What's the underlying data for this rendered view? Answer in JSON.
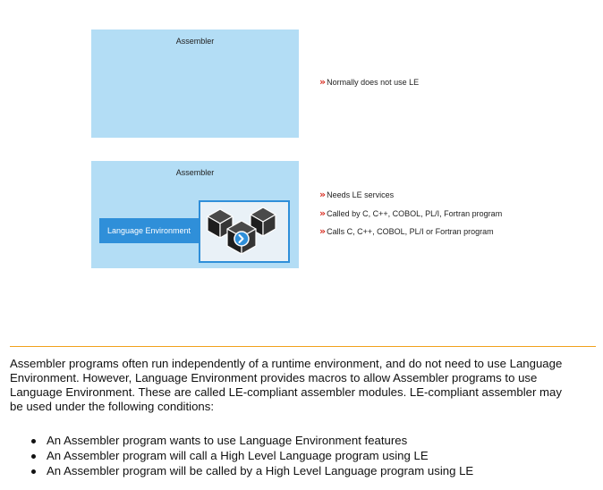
{
  "diagram": {
    "top_box": {
      "title": "Assembler"
    },
    "top_note": "Normally does not use LE",
    "bottom_box": {
      "title": "Assembler",
      "le_label": "Language Environment"
    },
    "bottom_notes": [
      "Needs LE services",
      "Called by C, C++, COBOL, PL/I, Fortran program",
      "Calls C, C++, COBOL, PL/I or Fortran program"
    ],
    "chevron": "»",
    "icon": "cubes-icon",
    "colors": {
      "box_fill": "#b3ddf5",
      "le_blue": "#2f8fd9",
      "chevron_red": "#d93025",
      "divider_orange": "#f0a21c"
    }
  },
  "text": {
    "paragraph": "Assembler programs often run independently of a runtime environment, and do not need to use Language Environment. However, Language Environment provides macros to allow Assembler programs to use Language Environment. These are called LE-compliant assembler modules. LE-compliant assembler may be used under the following conditions:",
    "conditions": [
      "An Assembler program wants to use Language Environment features",
      "An Assembler program will call a High Level Language program using LE",
      "An Assembler program will be called by a High Level Language program using LE"
    ]
  }
}
